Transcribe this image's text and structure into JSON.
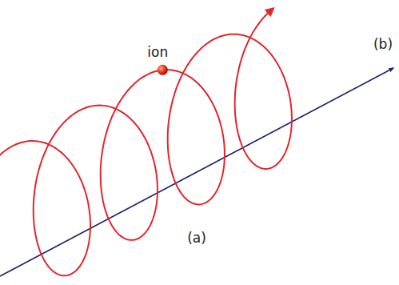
{
  "diagram": {
    "labels": [
      "ion",
      "(a)",
      "(b)"
    ]
  }
}
